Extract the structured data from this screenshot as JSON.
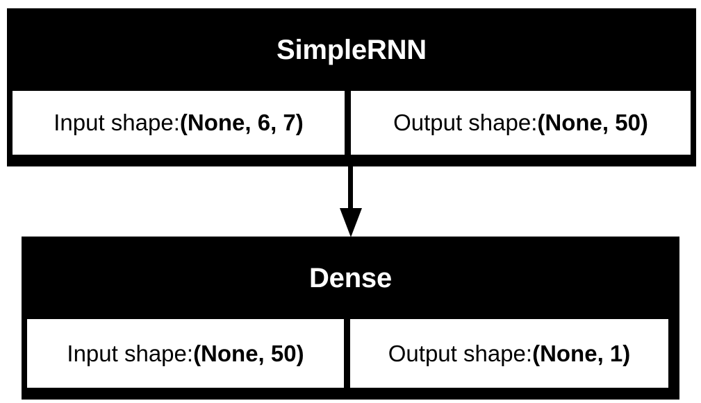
{
  "diagram": {
    "type": "keras-model-plot",
    "orientation": "vertical",
    "background_color": "#ffffff",
    "node_fill_color": "#000000",
    "node_title_color": "#ffffff",
    "cell_fill_color": "#ffffff",
    "cell_text_color": "#000000",
    "edge_color": "#000000",
    "nodes": [
      {
        "id": "simplernn",
        "title": "SimpleRNN",
        "input": {
          "label": "Input shape: ",
          "value": "(None, 6, 7)"
        },
        "output": {
          "label": "Output shape: ",
          "value": "(None, 50)"
        }
      },
      {
        "id": "dense",
        "title": "Dense",
        "input": {
          "label": "Input shape: ",
          "value": "(None, 50)"
        },
        "output": {
          "label": "Output shape: ",
          "value": "(None, 1)"
        }
      }
    ],
    "edges": [
      {
        "id": "simplernn-dense",
        "from": "simplernn",
        "to": "dense",
        "arrow": "down"
      }
    ]
  }
}
